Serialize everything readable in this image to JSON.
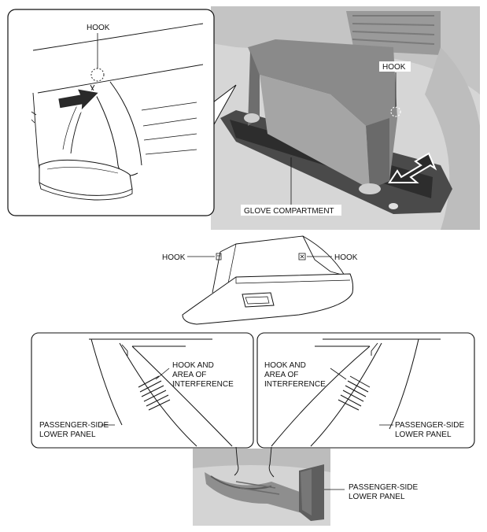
{
  "labels": {
    "hook_top_inset": "HOOK",
    "hook_top_photo": "HOOK",
    "glove_compartment": "GLOVE COMPARTMENT",
    "hook_mid_left": "HOOK",
    "hook_mid_right": "HOOK",
    "hook_interference_left": [
      "HOOK AND",
      "AREA OF",
      "INTERFERENCE"
    ],
    "hook_interference_right": [
      "HOOK AND",
      "AREA OF",
      "INTERFERENCE"
    ],
    "panel_left": [
      "PASSENGER-SIDE",
      "LOWER PANEL"
    ],
    "panel_right": [
      "PASSENGER-SIDE",
      "LOWER PANEL"
    ],
    "panel_bottom": [
      "PASSENGER-SIDE",
      "LOWER PANEL"
    ]
  },
  "colors": {
    "line": "#111111",
    "photo_bg": "#d9d9d9",
    "photo_dark": "#6a6a6a",
    "arrow_fill": "#2a2a2a"
  }
}
